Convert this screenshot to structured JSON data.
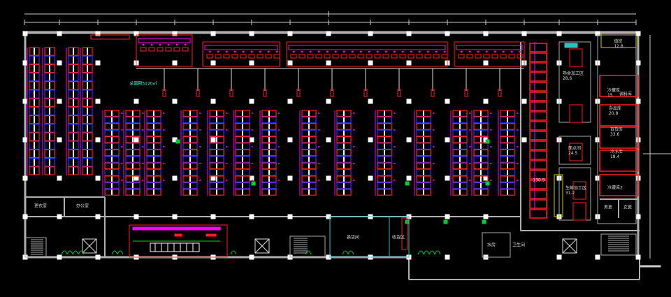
{
  "drawing": {
    "colors": {
      "background": "#000000",
      "wall": "#b0b0b0",
      "shelf_red": "#ff2020",
      "shelf_blue": "#3030ff",
      "fixture": "#ff00ff",
      "door": "#00cc33",
      "glass": "#30c0c0",
      "column": "#ffffff",
      "equipment": "#d0d000"
    },
    "area_note": "总面积5120㎡",
    "rooms": [
      {
        "id": "dressing",
        "label": "更衣室"
      },
      {
        "id": "office",
        "label": "办公室"
      },
      {
        "id": "exchange",
        "label": "换货间"
      },
      {
        "id": "receiving",
        "label": "收货区"
      },
      {
        "id": "water",
        "label": "水房"
      },
      {
        "id": "toilet",
        "label": "卫生间"
      },
      {
        "id": "processing1",
        "label": "熟食加工区",
        "area": "28.6"
      },
      {
        "id": "processing2",
        "label": "面点间",
        "area": "24.5"
      },
      {
        "id": "processing3",
        "label": "生鲜加工区",
        "area": "31.2"
      },
      {
        "id": "cold1",
        "label": "冷藏库",
        "area": "15"
      },
      {
        "id": "store1",
        "label": "调料库"
      },
      {
        "id": "store2",
        "label": "杂品库",
        "area": "20.8"
      },
      {
        "id": "store3",
        "label": "百货库",
        "area": "33.6"
      },
      {
        "id": "freezer",
        "label": "冷冻库",
        "area": "18.4"
      },
      {
        "id": "cold2",
        "label": "冷藏库2"
      },
      {
        "id": "staff1",
        "label": "男更"
      },
      {
        "id": "staff2",
        "label": "女更"
      },
      {
        "id": "top_room",
        "label": "值班",
        "area": "12.8"
      },
      {
        "id": "small",
        "label": "130.9"
      }
    ]
  }
}
